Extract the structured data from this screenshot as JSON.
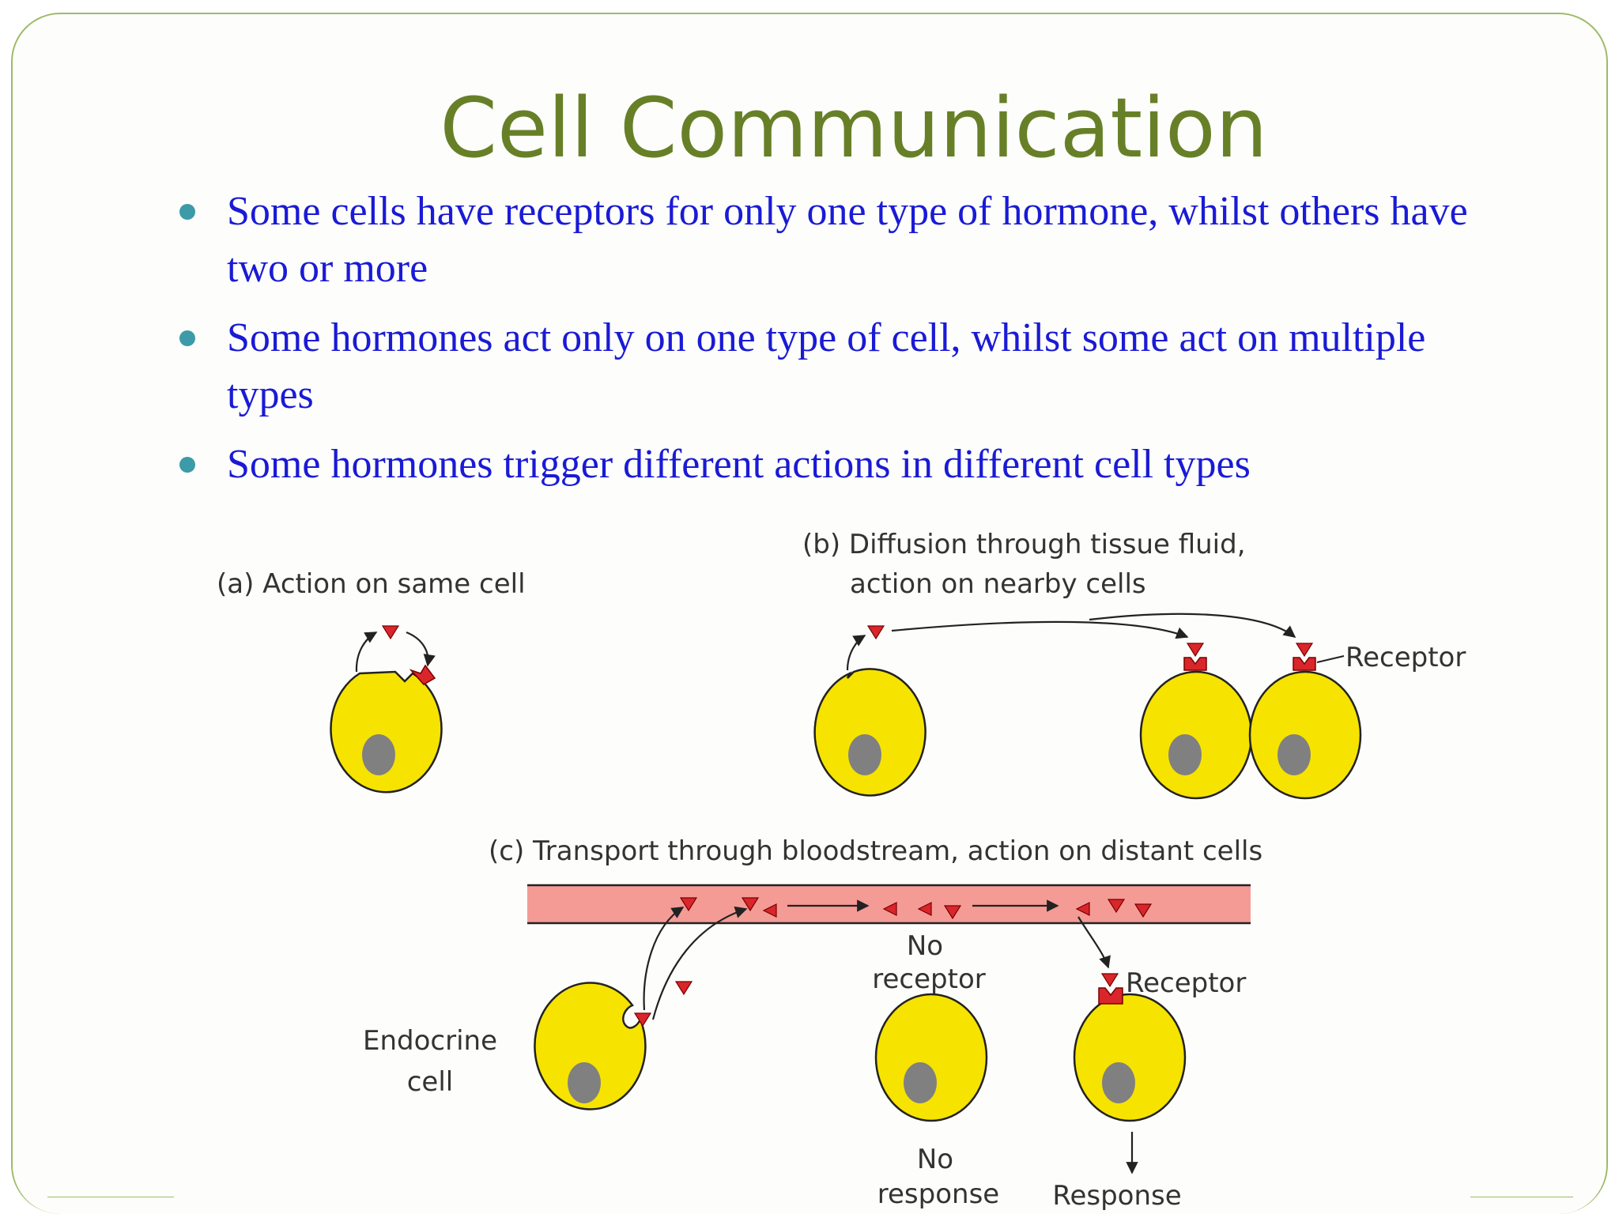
{
  "slide": {
    "title": "Cell Communication",
    "bullets": [
      "Some cells have receptors for only one type of hormone, whilst others have two or more",
      "Some hormones act only on one type of cell, whilst some act on multiple types",
      "Some hormones trigger different actions in different cell types"
    ]
  },
  "diagram": {
    "panel_a": {
      "label": "(a) Action on same cell"
    },
    "panel_b": {
      "label_line1": "(b) Diffusion through tissue fluid,",
      "label_line2": "action on nearby cells",
      "receptor": "Receptor"
    },
    "panel_c": {
      "label": "(c) Transport through bloodstream, action on distant cells",
      "endocrine_line1": "Endocrine",
      "endocrine_line2": "cell",
      "no_receptor_line1": "No",
      "no_receptor_line2": "receptor",
      "receptor": "Receptor",
      "no_response_line1": "No",
      "no_response_line2": "response",
      "response": "Response"
    },
    "colors": {
      "cell_fill": "#f6e300",
      "nucleus": "#808080",
      "hormone": "#d9262b",
      "bloodstream": "#f49b96",
      "title": "#678028",
      "bullet_text": "#1a1ad6",
      "bullet_dot": "#3d9aa8"
    }
  }
}
